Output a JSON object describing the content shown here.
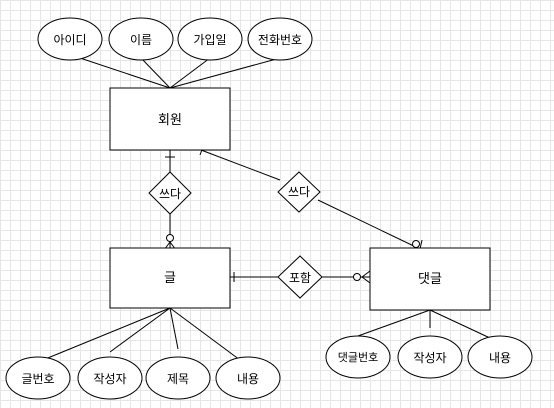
{
  "entities": {
    "member": "회원",
    "post": "글",
    "comment": "댓글"
  },
  "relationships": {
    "member_writes_post": "쓰다",
    "member_writes_comment": "쓰다",
    "post_includes_comment": "포함"
  },
  "attributes": {
    "member": [
      "아이디",
      "이름",
      "가입일",
      "전화번호"
    ],
    "post": [
      "글번호",
      "작성자",
      "제목",
      "내용"
    ],
    "comment": [
      "댓글번호",
      "작성자",
      "내용"
    ]
  }
}
